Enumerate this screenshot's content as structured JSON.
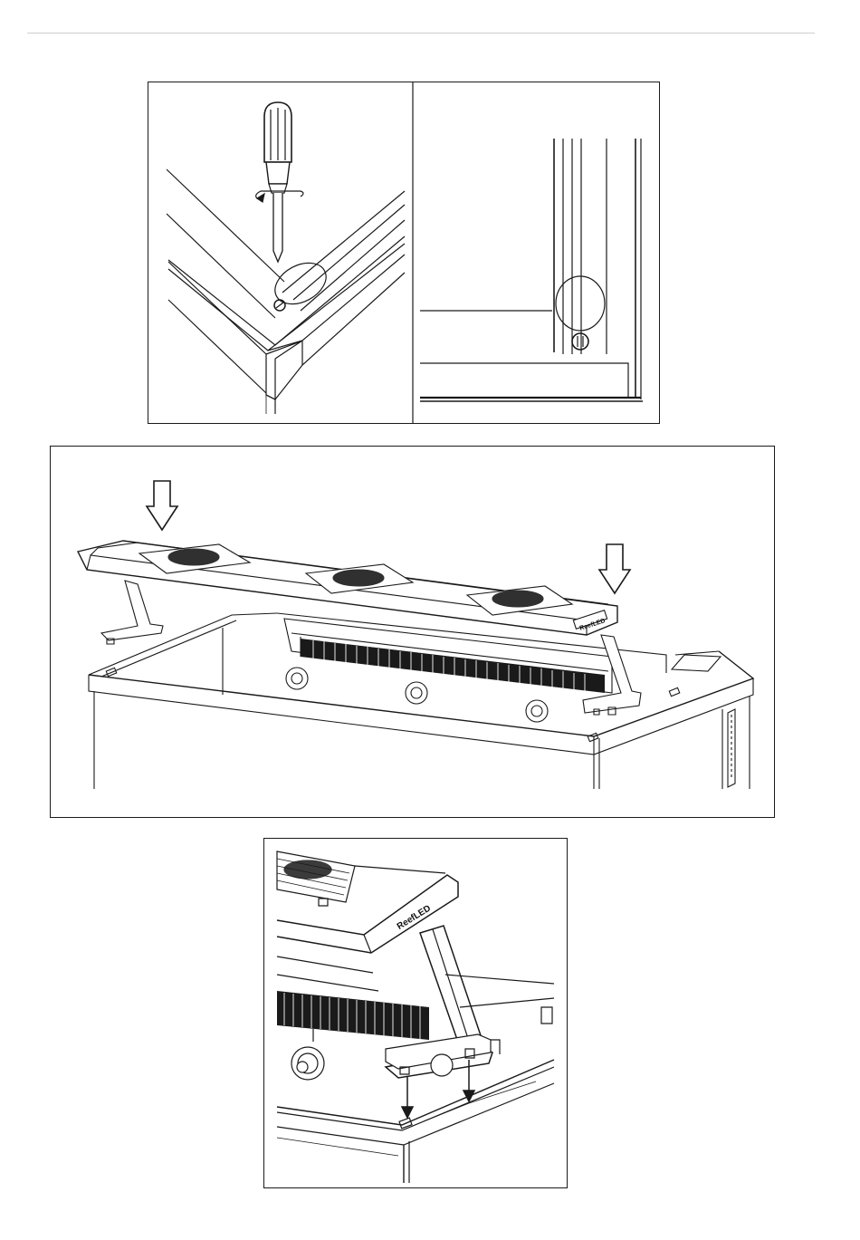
{
  "document": {
    "brand_label": "ReefLED",
    "figures": [
      {
        "id": "fig1",
        "illustration": "screwdriver-adjust-frame"
      },
      {
        "id": "fig2",
        "illustration": "lamp-mounting-on-aquarium"
      },
      {
        "id": "fig3",
        "illustration": "lamp-foot-detail"
      }
    ]
  },
  "colors": {
    "line": "#1a1a1a",
    "rule": "#cfcfcf",
    "background": "#ffffff"
  }
}
